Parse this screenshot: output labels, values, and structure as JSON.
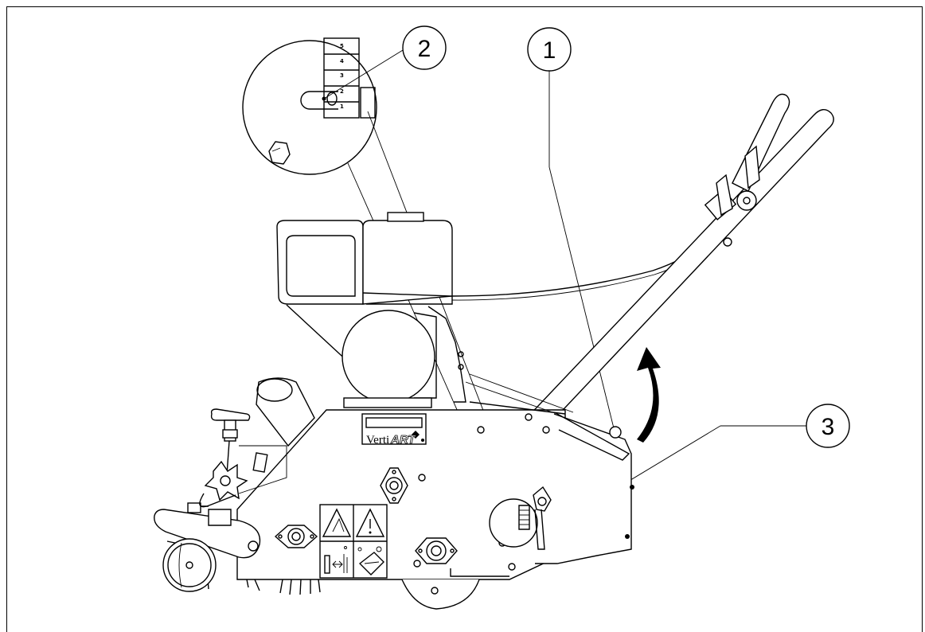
{
  "callouts": [
    {
      "number": "1"
    },
    {
      "number": "2"
    },
    {
      "number": "3"
    }
  ],
  "detail_scale": [
    "5",
    "4",
    "3",
    "2",
    "1"
  ],
  "brand": {
    "prefix": "Verti",
    "suffix": "ART"
  },
  "icons": [
    "warning-thrown-objects-icon",
    "warning-exclamation-icon",
    "hands-away-icon",
    "read-manual-icon"
  ]
}
